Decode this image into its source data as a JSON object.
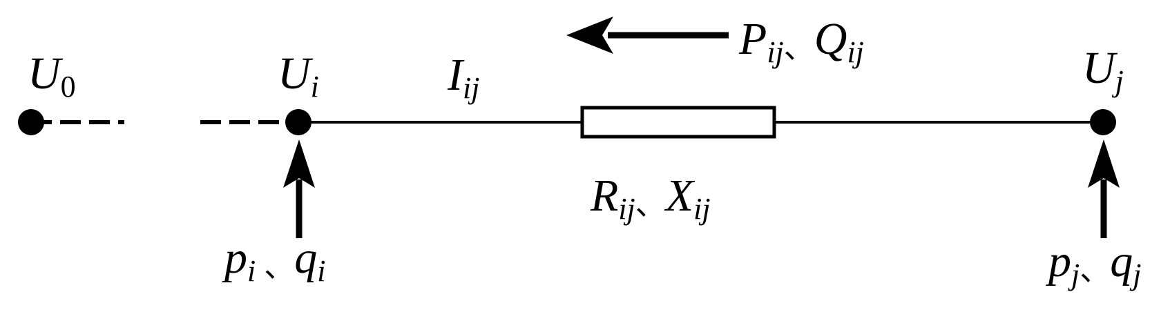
{
  "colors": {
    "line": "#000000",
    "background": "#ffffff"
  },
  "nodes": {
    "u0": {
      "main": "U",
      "sub": "0"
    },
    "ui": {
      "main": "U",
      "sub": "i"
    },
    "uj": {
      "main": "U",
      "sub": "j"
    }
  },
  "line": {
    "current": {
      "main": "I",
      "sub": "ij"
    },
    "impedance": {
      "r_main": "R",
      "r_sub": "ij",
      "separator": "、",
      "x_main": "X",
      "x_sub": "ij"
    },
    "power_flow": {
      "p_main": "P",
      "p_sub": "ij",
      "separator": "、",
      "q_main": "Q",
      "q_sub": "ij"
    }
  },
  "injections": {
    "i": {
      "p_main": "p",
      "p_sub": "i",
      "separator": "、",
      "q_main": "q",
      "q_sub": "i"
    },
    "j": {
      "p_main": "p",
      "p_sub": "j",
      "separator": "、",
      "q_main": "q",
      "q_sub": "j"
    }
  }
}
